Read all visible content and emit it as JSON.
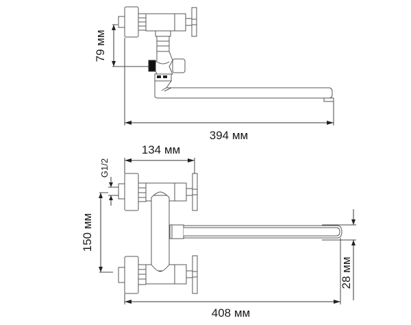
{
  "drawing": {
    "subject": "wall-mounted mixer faucet with long swivel spout",
    "views": [
      {
        "name": "top-view"
      },
      {
        "name": "front-view"
      }
    ],
    "line_color": "#555555",
    "text_color": "#1a1a1a",
    "background": "#ffffff"
  },
  "dimensions": {
    "top_offset": "79 мм",
    "top_spout_reach": "394 мм",
    "front_handle_span": "134 мм",
    "front_thread": "G1/2",
    "front_center_distance": "150 мм",
    "front_total_length": "408 мм",
    "front_spout_height": "28 мм"
  }
}
